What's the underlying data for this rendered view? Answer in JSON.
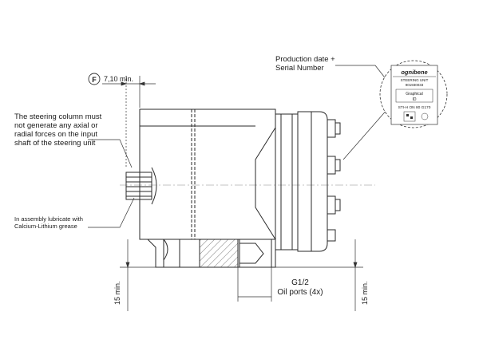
{
  "annotations": {
    "feature_symbol": "F",
    "clearance_top": "7,10 min.",
    "steering_note": [
      "The steering column must",
      "not generate any axial or",
      "radial forces on the input",
      "shaft of the steering unit"
    ],
    "lubricate_note": [
      "In assembly lubricate with",
      "Calcium-Lithium grease"
    ],
    "production_note": [
      "Production date +",
      "Serial Number"
    ],
    "port_thread": "G1/2",
    "port_label": "Oil ports (4x)",
    "min_left": "15 min.",
    "min_right": "15 min."
  },
  "label_plate": {
    "brand": "ognibene",
    "line1": "STEERING UNIT",
    "line2": "901930033",
    "line3": "Graphical",
    "line4": "ID",
    "line5": "STI-H ON 80 G170"
  }
}
